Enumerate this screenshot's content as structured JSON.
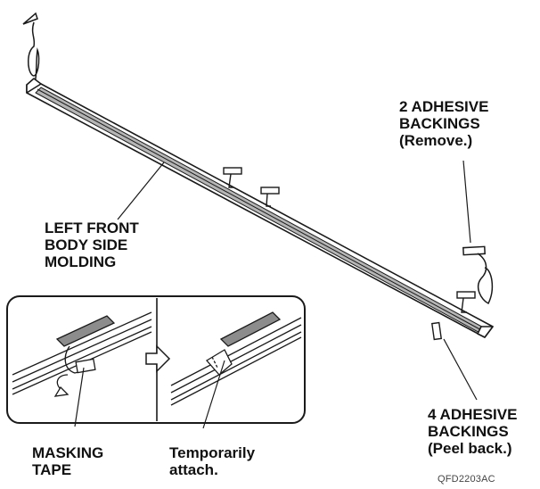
{
  "labels": {
    "adhesive_remove": [
      "2 ADHESIVE",
      "BACKINGS",
      "(Remove.)"
    ],
    "molding": [
      "LEFT FRONT",
      "BODY SIDE",
      "MOLDING"
    ],
    "adhesive_peel": [
      "4 ADHESIVE",
      "BACKINGS",
      "(Peel back.)"
    ],
    "masking_tape": [
      "MASKING",
      "TAPE"
    ],
    "temporarily_attach": [
      "Temporarily",
      "attach."
    ]
  },
  "figure_code": "QFD2203AC",
  "colors": {
    "line": "#1a1a1a",
    "tape": "#8c8c8c",
    "molding_shadow": "#b5b5b5"
  }
}
